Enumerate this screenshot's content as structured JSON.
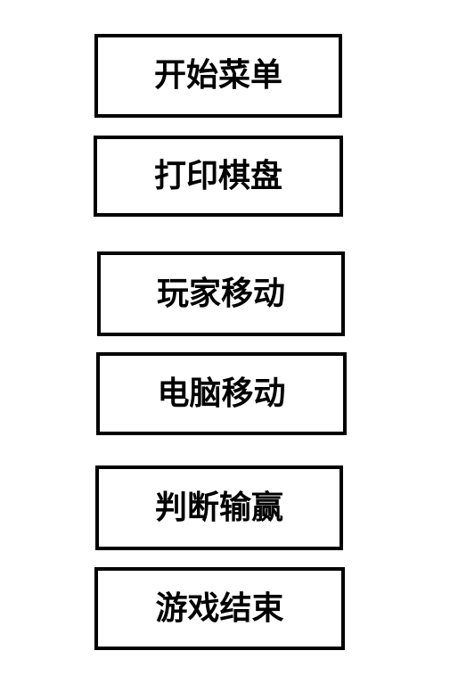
{
  "flow": {
    "steps": [
      {
        "label": "开始菜单"
      },
      {
        "label": "打印棋盘"
      },
      {
        "label": "玩家移动"
      },
      {
        "label": "电脑移动"
      },
      {
        "label": "判断输赢"
      },
      {
        "label": "游戏结束"
      }
    ]
  },
  "colors": {
    "border": "#000000",
    "text": "#000000",
    "background": "#ffffff"
  }
}
